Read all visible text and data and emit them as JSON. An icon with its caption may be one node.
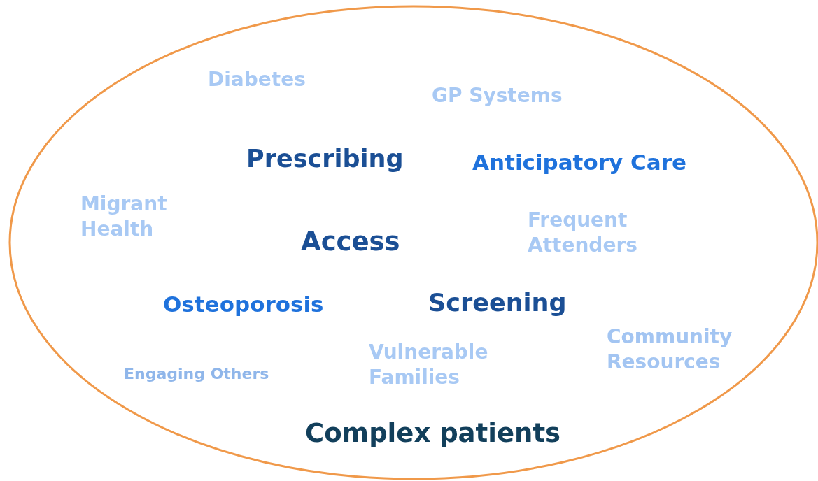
{
  "diagram": {
    "nodes": [
      {
        "text": [
          "Diabetes",
          "GP Systems",
          "Prescribing",
          "Anticipatory Care",
          "Migrant Health",
          "Access",
          "Frequent Attenders",
          "Osteoporosis",
          "Screening",
          "Engaging Others",
          "Vulnerable Families",
          "Community Resources",
          "Complex patients"
        ]
      }
    ]
  }
}
